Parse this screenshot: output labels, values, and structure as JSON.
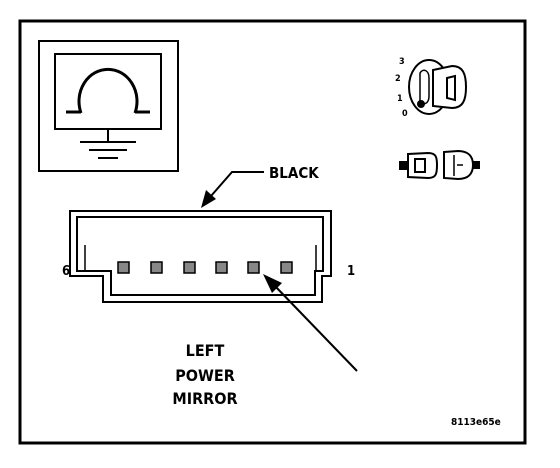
{
  "connector_color_label": "BLACK",
  "pin_left_label": "6",
  "pin_right_label": "1",
  "component_label_line1": "LEFT",
  "component_label_line2": "POWER",
  "component_label_line3": "MIRROR",
  "figure_code": "8113e65e",
  "ignition_positions": [
    "3",
    "2",
    "1",
    "0"
  ],
  "ohmmeter_symbol": "ohmmeter-ground-icon",
  "ignition_symbol": "ignition-key-icon",
  "connector_symbol": "connector-disconnected-icon"
}
